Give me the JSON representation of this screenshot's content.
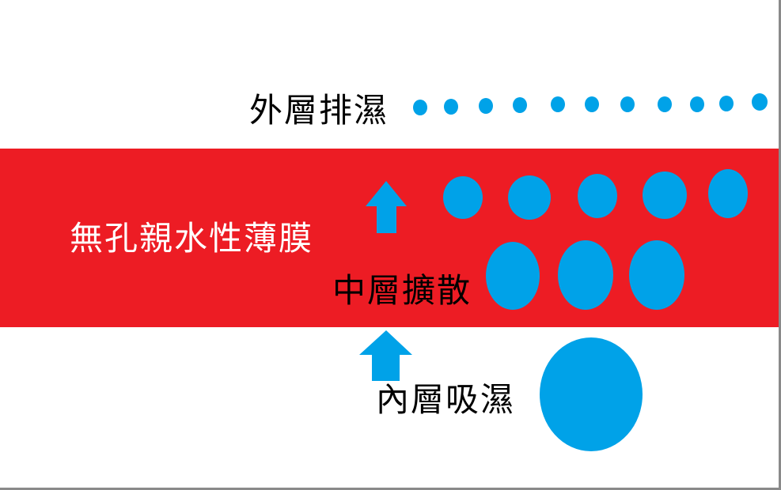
{
  "labels": {
    "outer": "外層排濕",
    "membrane": "無孔親水性薄膜",
    "middle": "中層擴散",
    "inner": "內層吸濕"
  },
  "colors": {
    "membrane": "#ed1c24",
    "drop": "#00a2e8",
    "text_dark": "#000000",
    "text_light": "#ffffff"
  },
  "icons": {
    "arrow": "up-arrow-icon",
    "drop": "water-drop-icon"
  }
}
